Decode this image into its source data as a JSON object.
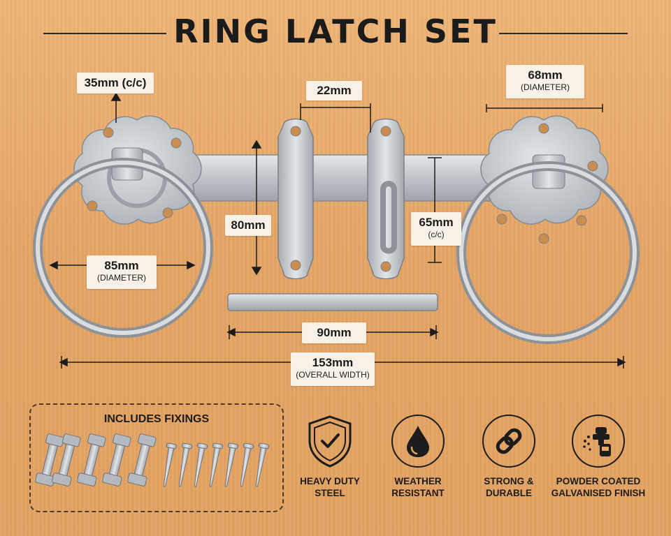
{
  "title": "RING LATCH SET",
  "dimensions": {
    "rose_cc": "35mm (c/c)",
    "latch_width": "22mm",
    "ring_right": {
      "value": "68mm",
      "sub": "(DIAMETER)"
    },
    "bolt_height": "80mm",
    "keep_cc": {
      "value": "65mm",
      "sub": "(c/c)"
    },
    "ring_left": {
      "value": "85mm",
      "sub": "(DIAMETER)"
    },
    "pin_length": "90mm",
    "overall": {
      "value": "153mm",
      "sub": "(OVERALL WIDTH)"
    }
  },
  "fixings": {
    "title": "INCLUDES FIXINGS"
  },
  "features": [
    {
      "icon": "shield-check-icon",
      "line1": "HEAVY DUTY",
      "line2": "STEEL"
    },
    {
      "icon": "water-drop-icon",
      "line1": "WEATHER",
      "line2": "RESISTANT"
    },
    {
      "icon": "chain-link-icon",
      "line1": "STRONG &",
      "line2": "DURABLE"
    },
    {
      "icon": "spray-gun-icon",
      "line1": "POWDER COATED",
      "line2": "GALVANISED FINISH"
    }
  ],
  "colors": {
    "metal": "#c9cdd1",
    "metal_dark": "#8b9096",
    "wood": "#e6a869",
    "ink": "#1c1c1c"
  }
}
